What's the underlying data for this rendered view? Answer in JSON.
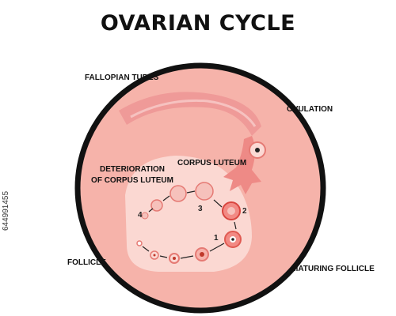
{
  "title": "OVARIAN CYCLE",
  "labels": {
    "fallopian_tubes": "FALLOPIAN TUBES",
    "ovulation": "OVULATION",
    "corpus_luteum": "CORPUS LUTEUM",
    "deterioration_line1": "DETERIORATION",
    "deterioration_line2": "OF CORPUS LUTEUM",
    "follicle": "FOLLICLE",
    "maturing_follicle": "MATURING FOLLICLE"
  },
  "steps": [
    "1",
    "2",
    "3",
    "4"
  ],
  "stock_id": "644991455",
  "colors": {
    "circle_outline": "#111111",
    "ovary_fill": "#f7b6ad",
    "ovary_inner": "#fbd9d4",
    "tube": "#ef8f8f",
    "follicle": "#f28a84",
    "oocyte": "#d9463f"
  }
}
